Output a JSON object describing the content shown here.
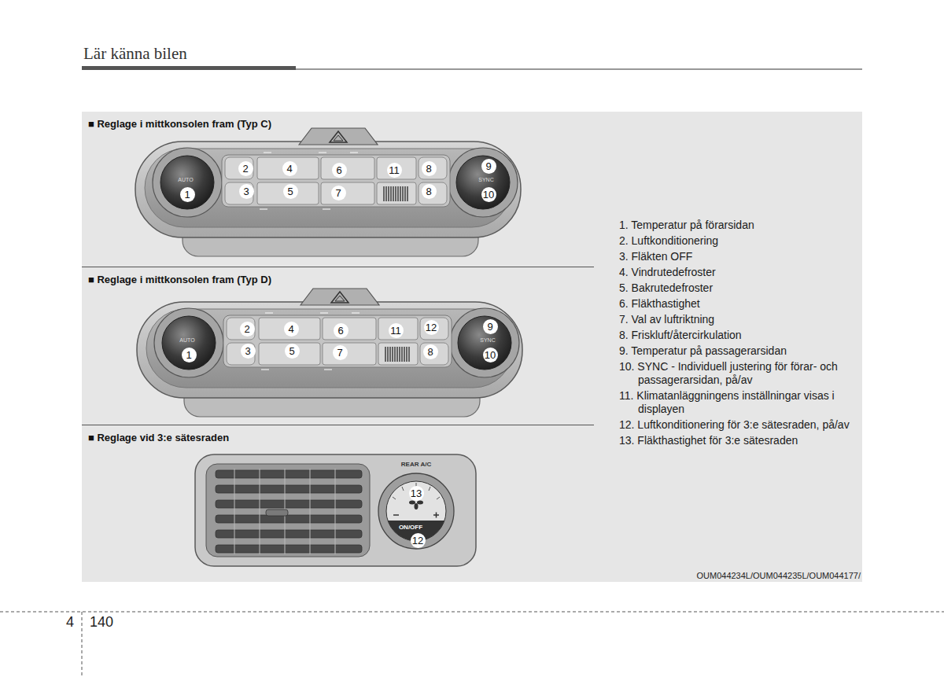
{
  "diagram": {
    "title": "Lär känna bilen",
    "nodes": [
      {
        "text": [
          "■ Reglage i mittkonsolen fram (Typ C)"
        ]
      },
      {
        "text": [
          "■ Reglage i mittkonsolen fram (Typ D)"
        ]
      },
      {
        "text": [
          "■ Reglage vid 3:e sätesraden"
        ]
      }
    ],
    "labels": [
      "2",
      "4",
      "6",
      "11",
      "8",
      "9",
      "1",
      "3",
      "5",
      "7",
      "8",
      "10",
      "AUTO",
      "SYNC",
      "2",
      "4",
      "6",
      "11",
      "12",
      "9",
      "1",
      "3",
      "5",
      "7",
      "8",
      "10",
      "AUTO",
      "SYNC",
      "REAR A/C",
      "13",
      "ON/OFF",
      "12",
      "1. Temperatur på förarsidan",
      "2. Luftkonditionering",
      "3. Fläkten OFF",
      "4. Vindrutedefroster",
      "5. Bakrutedefroster",
      "6. Fläkthastighet",
      "7. Val av luftriktning",
      "8. Friskluft/återcirkulation",
      "9. Temperatur på passagerarsidan",
      "10. SYNC - Individuell justering för förar- och passagerarsidan, på/av",
      "11. Klimatanläggningens inställningar visas i displayen",
      "12. Luftkonditionering för 3:e sätesraden, på/av",
      "13. Fläkthastighet för 3:e sätesraden",
      "OUM044234L/OUM044235L/OUM044177/",
      "4",
      "140"
    ]
  }
}
